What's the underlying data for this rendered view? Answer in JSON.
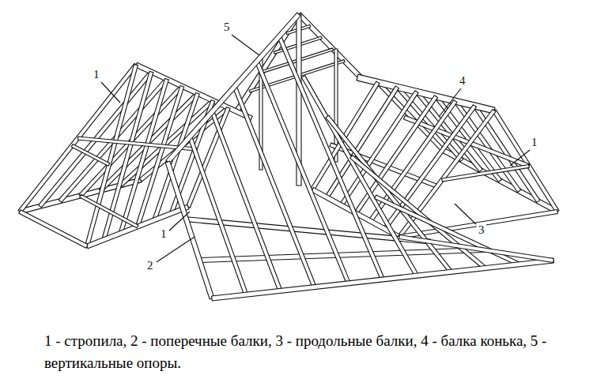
{
  "diagram": {
    "caption": "1 - стропила, 2 - поперечные балки, 3 - продольные балки, 4 - балка конька, 5 - вертикальные опоры.",
    "labels": [
      "1",
      "5",
      "4",
      "1",
      "3",
      "1",
      "2"
    ]
  }
}
